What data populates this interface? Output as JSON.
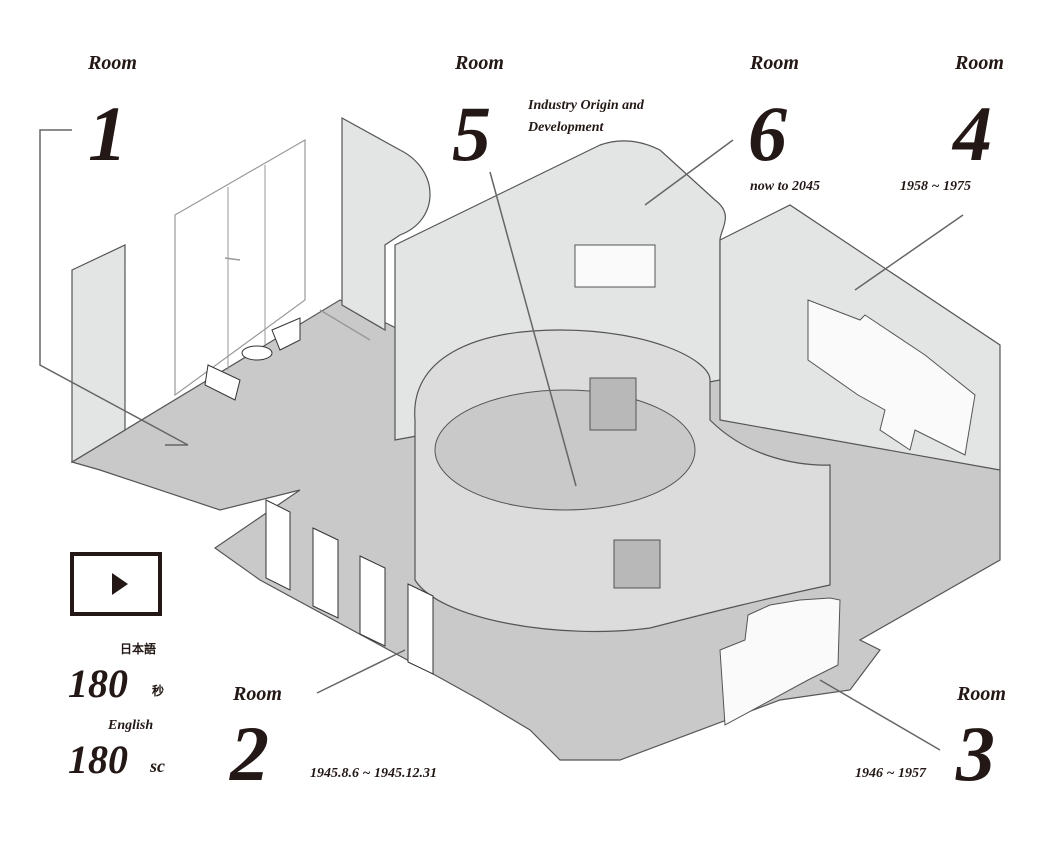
{
  "rooms": [
    {
      "id": "1",
      "label": "Room",
      "number": "1"
    },
    {
      "id": "5",
      "label": "Room",
      "number": "5",
      "subtitle_line1": "Industry Origin and",
      "subtitle_line2": "Development"
    },
    {
      "id": "6",
      "label": "Room",
      "number": "6",
      "period": "now to 2045"
    },
    {
      "id": "4",
      "label": "Room",
      "number": "4",
      "period": "1958 ~ 1975"
    },
    {
      "id": "2",
      "label": "Room",
      "number": "2",
      "period": "1945.8.6 ~ 1945.12.31"
    },
    {
      "id": "3",
      "label": "Room",
      "number": "3",
      "period": "1946 ~ 1957"
    }
  ],
  "video": {
    "icon": "play-icon",
    "japanese_label": "日本語",
    "japanese_duration": "180",
    "japanese_unit": "秒",
    "english_label": "English",
    "english_duration": "180",
    "english_unit": "sc"
  },
  "colors": {
    "ink": "#231815",
    "floor": "#c9c9c9",
    "wall": "#e3e4e4",
    "line": "#666666"
  }
}
